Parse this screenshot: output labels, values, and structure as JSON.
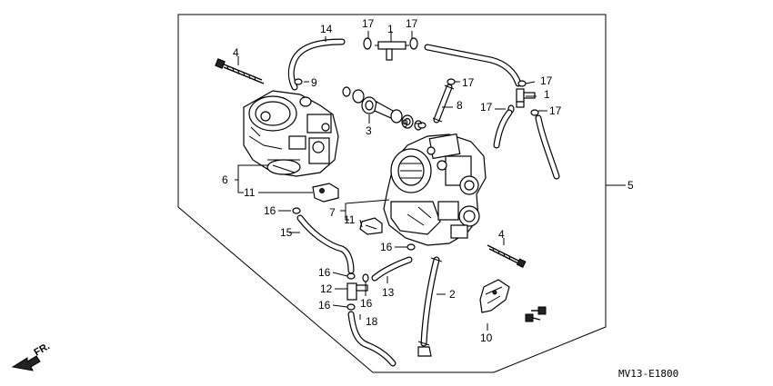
{
  "diagram": {
    "code": "MV13-E1800",
    "front_arrow": "FR.",
    "callouts": [
      {
        "id": "c1a",
        "text": "1"
      },
      {
        "id": "c1b",
        "text": "1"
      },
      {
        "id": "c2",
        "text": "2"
      },
      {
        "id": "c3",
        "text": "3"
      },
      {
        "id": "c4a",
        "text": "4"
      },
      {
        "id": "c4b",
        "text": "4"
      },
      {
        "id": "c5",
        "text": "5"
      },
      {
        "id": "c6",
        "text": "6"
      },
      {
        "id": "c7",
        "text": "7"
      },
      {
        "id": "c8",
        "text": "8"
      },
      {
        "id": "c9a",
        "text": "9"
      },
      {
        "id": "c9b",
        "text": "9"
      },
      {
        "id": "c10",
        "text": "10"
      },
      {
        "id": "c11a",
        "text": "11"
      },
      {
        "id": "c11b",
        "text": "11"
      },
      {
        "id": "c12",
        "text": "12"
      },
      {
        "id": "c13",
        "text": "13"
      },
      {
        "id": "c14",
        "text": "14"
      },
      {
        "id": "c15",
        "text": "15"
      },
      {
        "id": "c16a",
        "text": "16"
      },
      {
        "id": "c16b",
        "text": "16"
      },
      {
        "id": "c16c",
        "text": "16"
      },
      {
        "id": "c16d",
        "text": "16"
      },
      {
        "id": "c16e",
        "text": "16"
      },
      {
        "id": "c17a",
        "text": "17"
      },
      {
        "id": "c17b",
        "text": "17"
      },
      {
        "id": "c17c",
        "text": "17"
      },
      {
        "id": "c17d",
        "text": "17"
      },
      {
        "id": "c17e",
        "text": "17"
      },
      {
        "id": "c17f",
        "text": "17"
      },
      {
        "id": "c18",
        "text": "18"
      }
    ]
  }
}
